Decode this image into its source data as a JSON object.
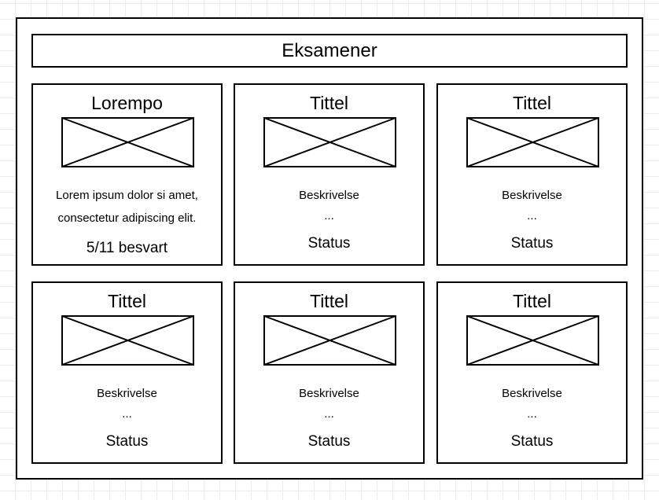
{
  "header": {
    "title": "Eksamener"
  },
  "cards": [
    {
      "title": "Lorempo",
      "description": "Lorem ipsum dolor si amet, consectetur adipiscing elit.",
      "ellipsis": "",
      "status": "5/11 besvart",
      "image": "image-placeholder-icon"
    },
    {
      "title": "Tittel",
      "description": "Beskrivelse",
      "ellipsis": "...",
      "status": "Status",
      "image": "image-placeholder-icon"
    },
    {
      "title": "Tittel",
      "description": "Beskrivelse",
      "ellipsis": "...",
      "status": "Status",
      "image": "image-placeholder-icon"
    },
    {
      "title": "Tittel",
      "description": "Beskrivelse",
      "ellipsis": "...",
      "status": "Status",
      "image": "image-placeholder-icon"
    },
    {
      "title": "Tittel",
      "description": "Beskrivelse",
      "ellipsis": "...",
      "status": "Status",
      "image": "image-placeholder-icon"
    },
    {
      "title": "Tittel",
      "description": "Beskrivelse",
      "ellipsis": "...",
      "status": "Status",
      "image": "image-placeholder-icon"
    }
  ]
}
